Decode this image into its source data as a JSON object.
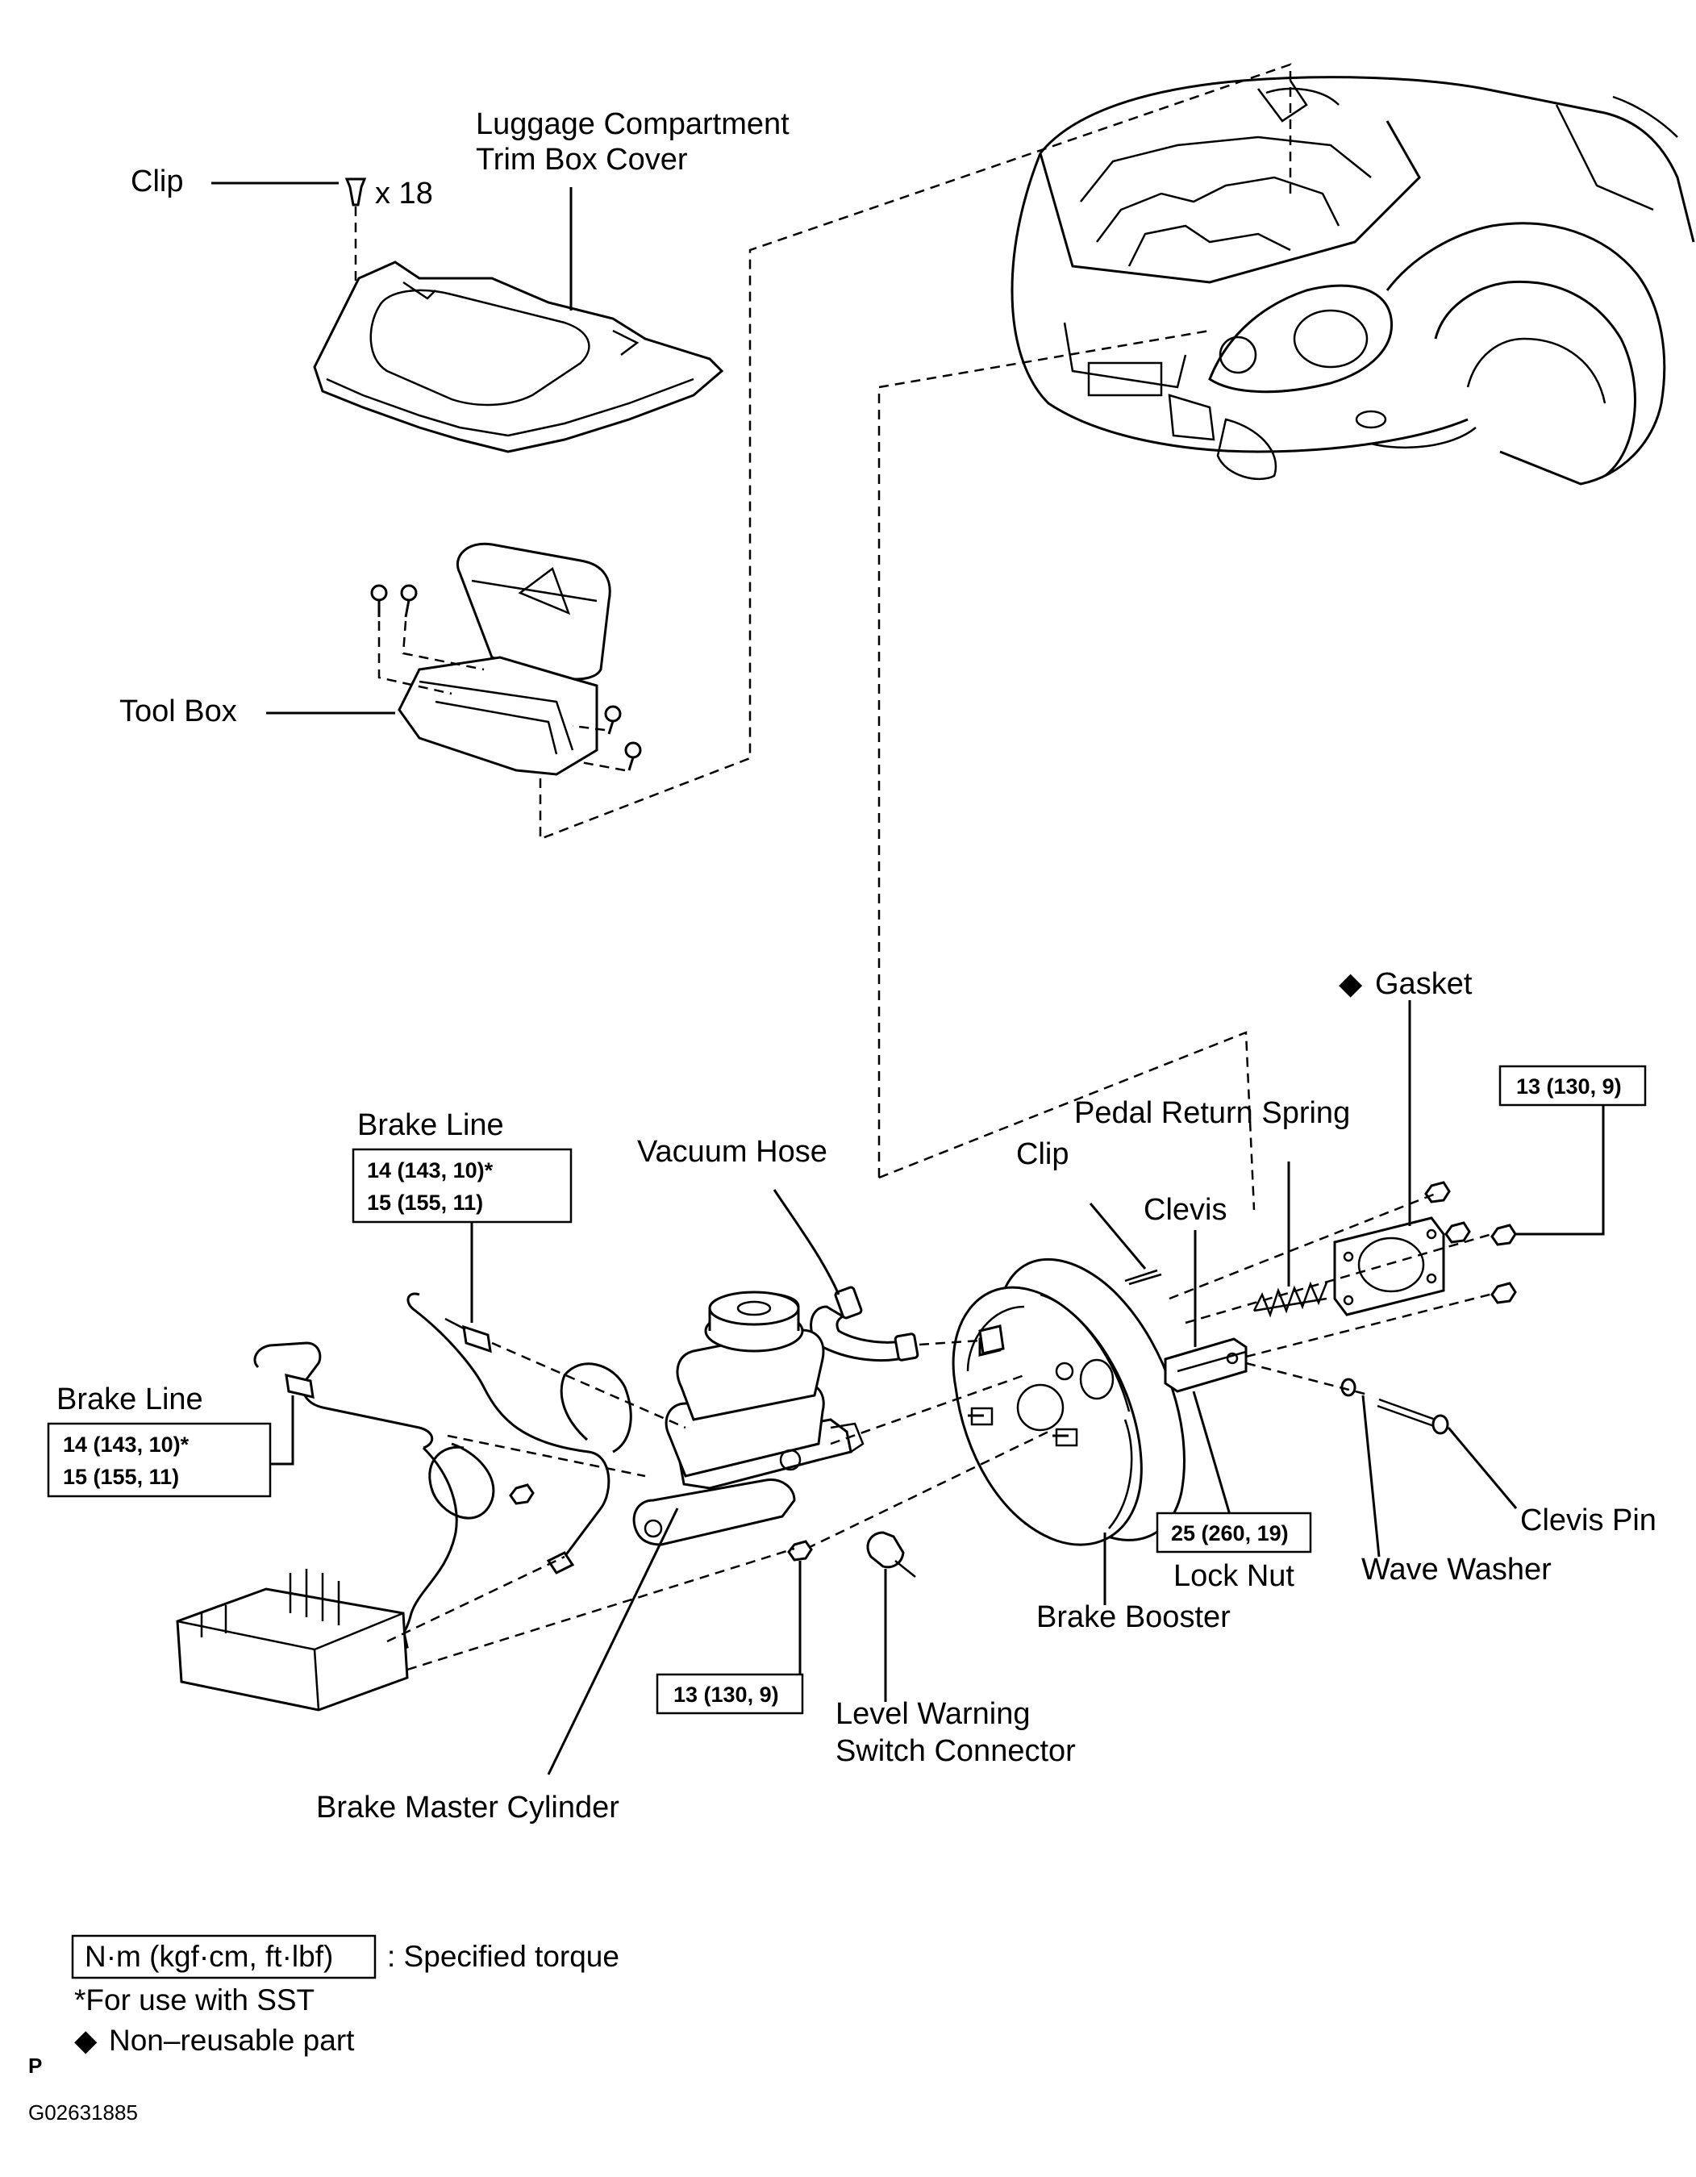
{
  "labels": {
    "clip_top": "Clip",
    "clip_count": "x 18",
    "luggage_line1": "Luggage Compartment",
    "luggage_line2": "Trim Box Cover",
    "tool_box": "Tool Box",
    "gasket_marker": "◆",
    "gasket": "Gasket",
    "pedal_return_spring": "Pedal Return Spring",
    "clip": "Clip",
    "vacuum_hose": "Vacuum Hose",
    "clevis": "Clevis",
    "brake_line_upper": "Brake Line",
    "brake_line_lower": "Brake Line",
    "clevis_pin": "Clevis Pin",
    "wave_washer": "Wave Washer",
    "lock_nut": "Lock Nut",
    "brake_booster": "Brake Booster",
    "level_warning_line1": "Level Warning",
    "level_warning_line2": "Switch Connector",
    "brake_master_cylinder": "Brake Master Cylinder"
  },
  "torque": {
    "gasket_nuts": "13 (130, 9)",
    "brake_line_upper_1": "14 (143, 10)*",
    "brake_line_upper_2": "15 (155, 11)",
    "brake_line_lower_1": "14 (143, 10)*",
    "brake_line_lower_2": "15 (155, 11)",
    "lock_nut": "25 (260, 19)",
    "master_cylinder_nut": "13 (130, 9)"
  },
  "legend": {
    "unit_box": "N·m (kgf·cm, ft·lbf)",
    "unit_desc": ": Specified torque",
    "sst_note": "*For use with SST",
    "non_reusable_marker": "◆",
    "non_reusable_text": "Non–reusable part"
  },
  "footer": {
    "page_mark": "P",
    "figure_id": "G02631885"
  }
}
